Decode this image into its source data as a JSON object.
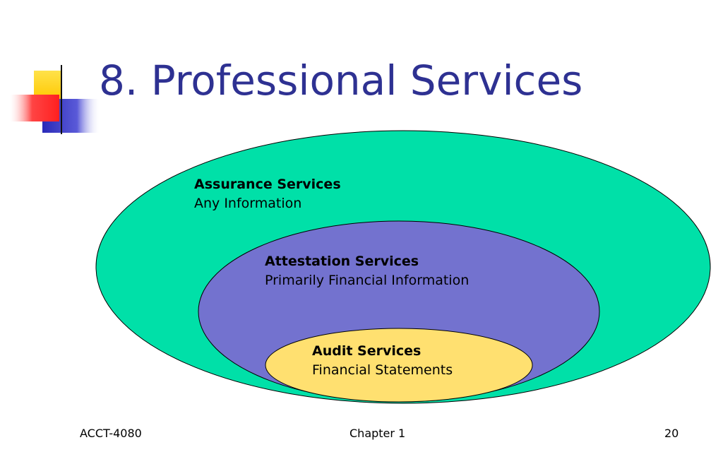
{
  "slide": {
    "title": "8. Professional Services",
    "colors": {
      "title": "#2e3192",
      "assurance_fill": "#00e0a8",
      "attestation_fill": "#7372cf",
      "audit_fill": "#ffe070",
      "deco_yellow": "#ffd700",
      "deco_red": "#ff3030",
      "deco_blue": "#3333cc"
    }
  },
  "diagram": {
    "assurance": {
      "heading": "Assurance Services",
      "subtitle": "Any Information"
    },
    "attestation": {
      "heading": "Attestation Services",
      "subtitle": "Primarily Financial Information"
    },
    "audit": {
      "heading": "Audit Services",
      "subtitle": "Financial Statements"
    }
  },
  "footer": {
    "course": "ACCT-4080",
    "chapter": "Chapter 1",
    "page": "20"
  }
}
